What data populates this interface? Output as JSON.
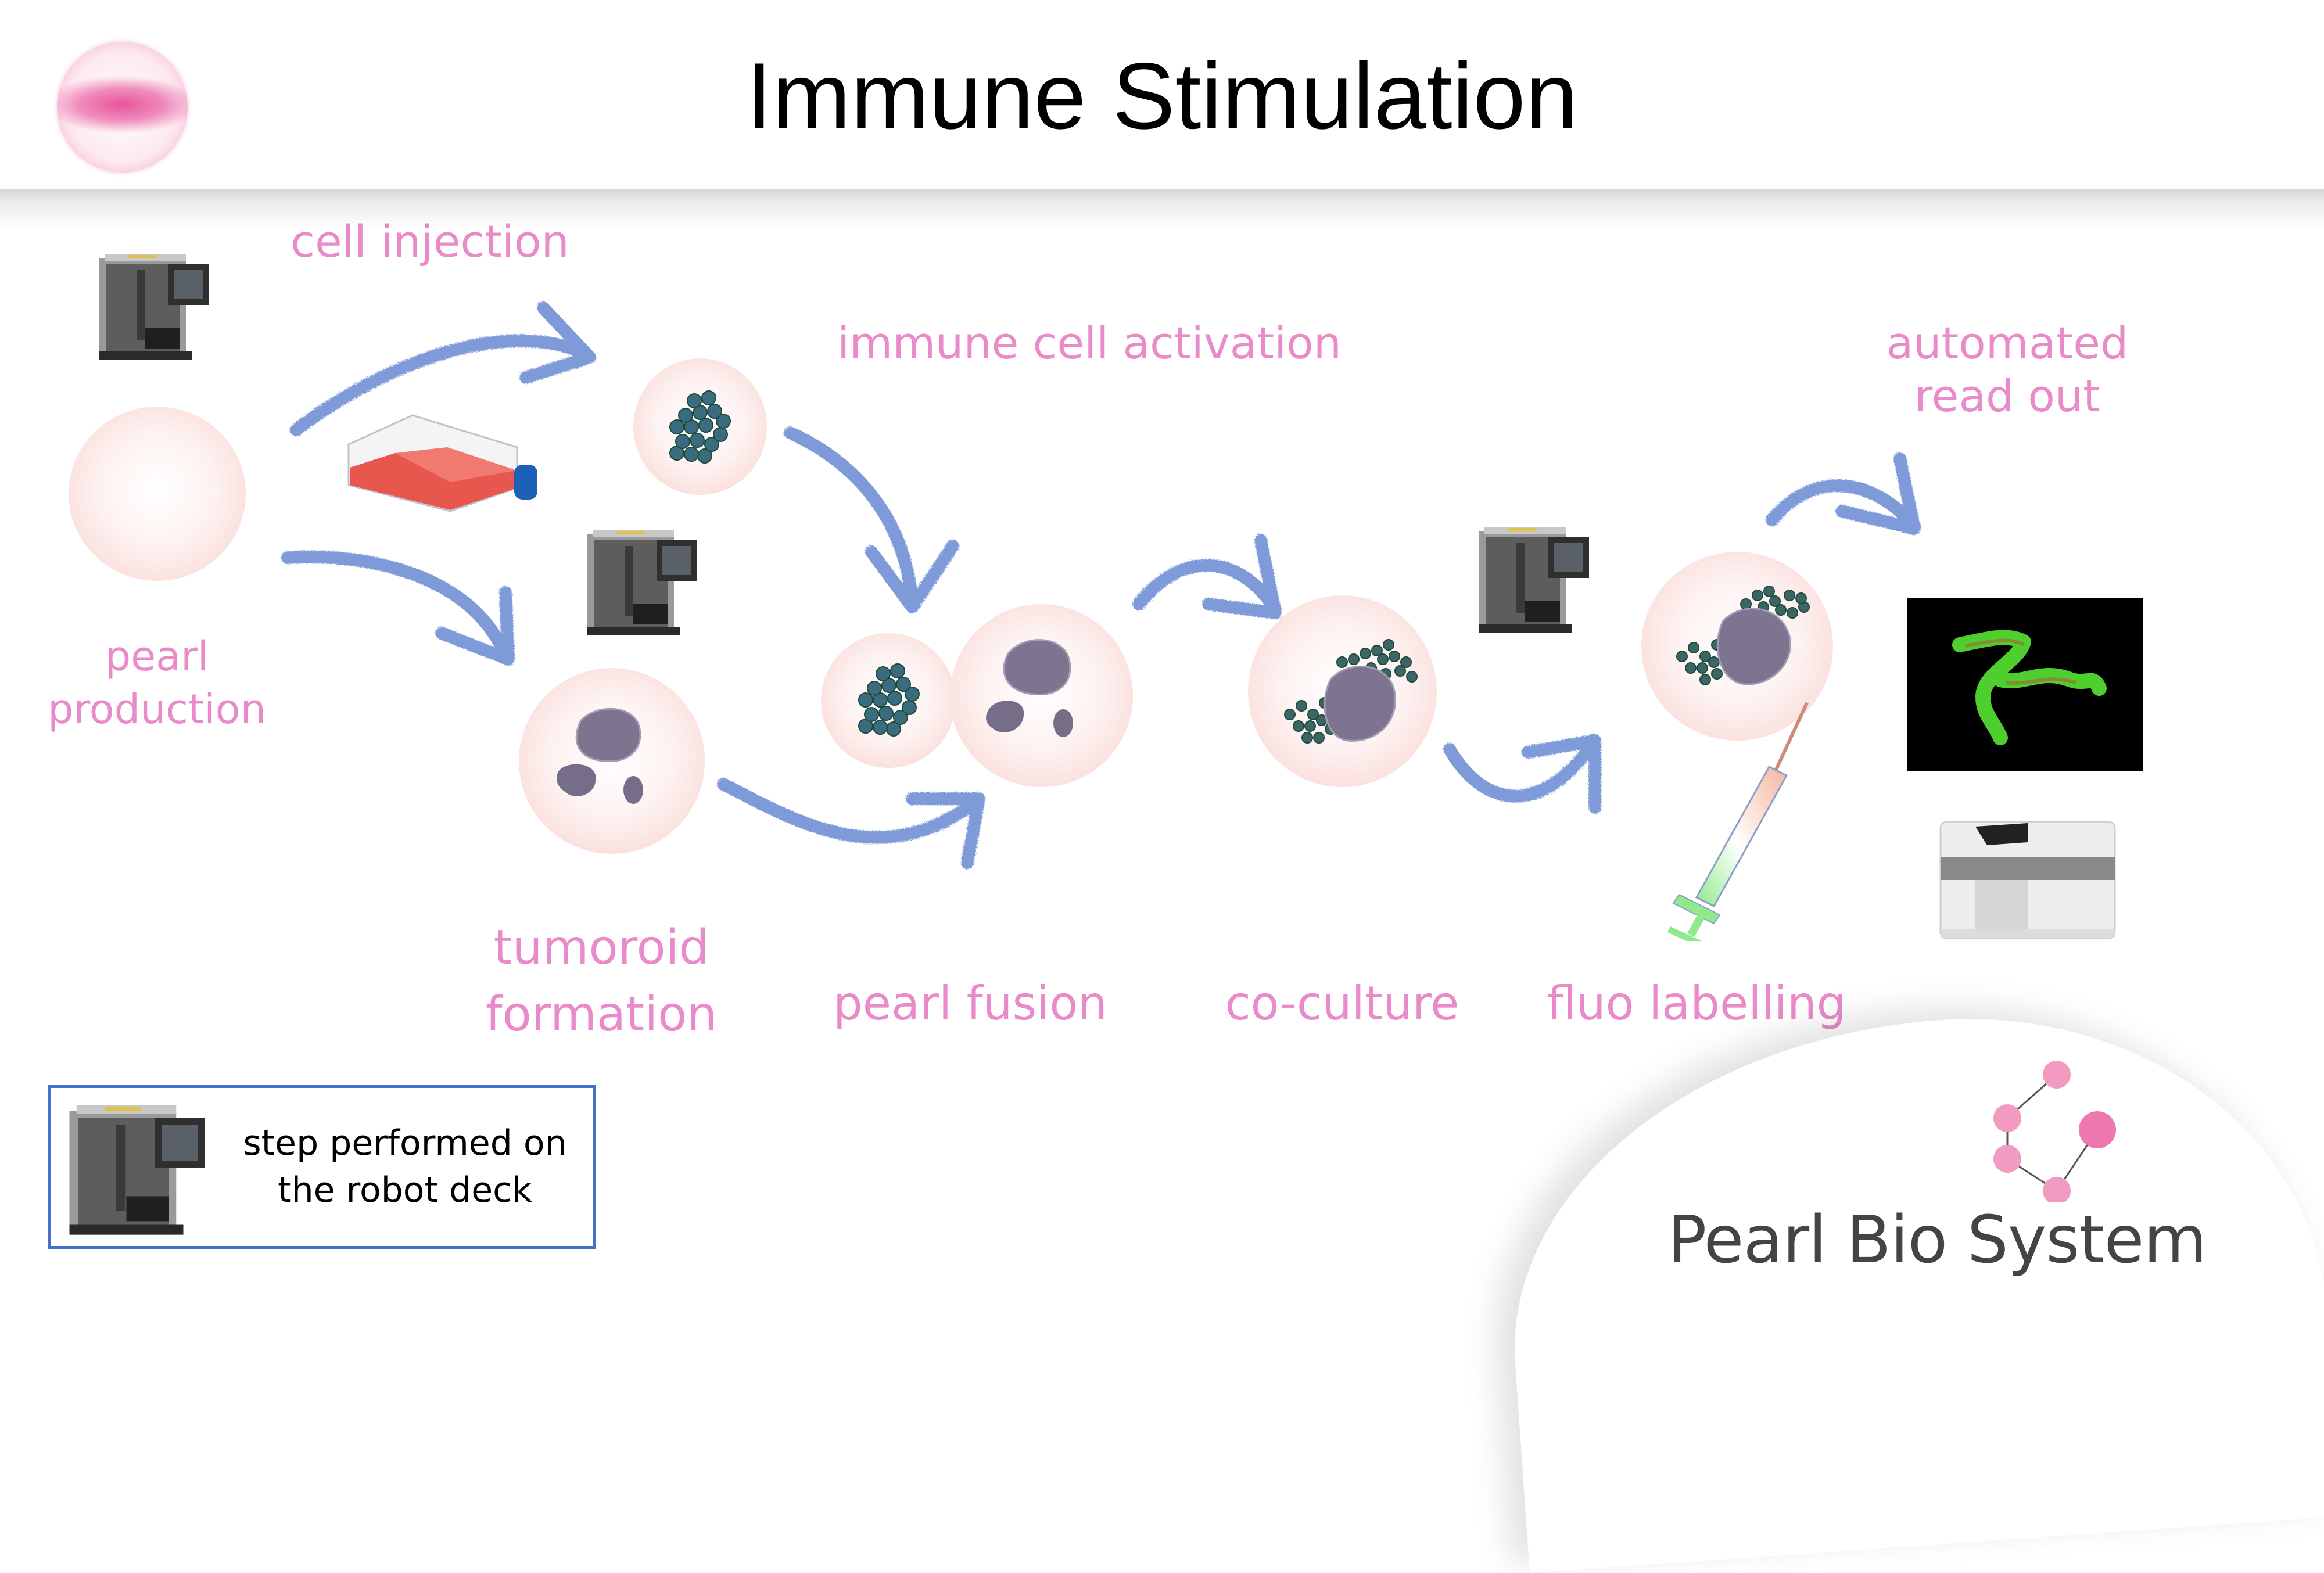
{
  "header": {
    "title": "Immune Stimulation"
  },
  "steps": {
    "pearl_production": {
      "line1": "pearl",
      "line2": "production"
    },
    "cell_injection": {
      "label": "cell injection"
    },
    "immune_cell_activation": {
      "label": "immune cell activation"
    },
    "tumoroid_formation": {
      "line1": "tumoroid",
      "line2": "formation"
    },
    "pearl_fusion": {
      "label": "pearl fusion"
    },
    "co_culture": {
      "label": "co-culture"
    },
    "fluo_labelling": {
      "label": "fluo labelling"
    },
    "automated_read_out": {
      "line1": "automated",
      "line2": "read out"
    }
  },
  "legend": {
    "line1": "step performed on",
    "line2": "the robot deck",
    "icon": "robot-icon"
  },
  "brand": {
    "name": "Pearl Bio System",
    "icon": "molecule-logo-icon"
  },
  "colors": {
    "label_pink": "#e98ac9",
    "arrow_blue": "#7f9ad8",
    "legend_border": "#4472c4",
    "pearl_pink": "#fadcd9",
    "tumor_purple": "#7d7490",
    "immune_cell_teal": "#3a6b6e"
  }
}
